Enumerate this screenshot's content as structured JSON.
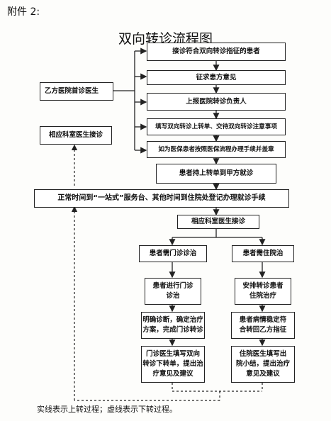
{
  "header": {
    "attachment": "附件 2:",
    "title": "双向转诊流程图"
  },
  "steps": {
    "s1": "接诊符合双向转诊指征的患者",
    "s2": "征求患方意见",
    "s3": "上报医院转诊负责人",
    "s4": "填写双向转诊上转单、交待双向转诊注意事项",
    "s5": "如为医保患者按照医保流程办理手续并盖章",
    "s6": "患者持上转单到甲方就诊",
    "bar": "正常时间到“一站式”服务台、其他时间到住院处登记办理就诊手续",
    "receive": "相应科室医生接诊",
    "outpatient": "患者需门诊诊治",
    "inpatient": "患者需住院治",
    "op1": "患者进行门诊\n诊治",
    "op2": "明确诊断，确定治疗\n方案，完成门诊转诊",
    "op3": "门诊医生填写双向\n转诊下转单，提出治\n疗意见及建议",
    "ip1": "安排转诊患者\n住院治疗",
    "ip2": "患者病情稳定符\n合转回乙方指征",
    "ip3": "住院医生填写出\n院小结，提出治疗\n意见及建议"
  },
  "side": {
    "doctor": "乙方医院首诊医生",
    "receive": "相应科室医生接诊"
  },
  "legend": "实线表示上转过程；虚线表示下转过程。"
}
